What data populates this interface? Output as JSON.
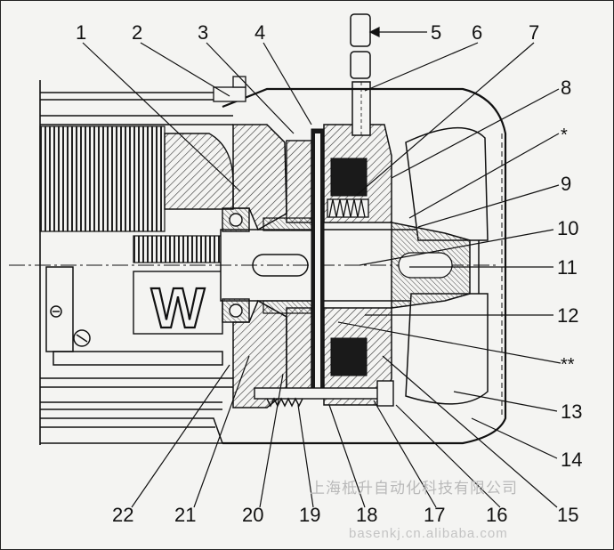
{
  "callouts": {
    "n1": "1",
    "n2": "2",
    "n3": "3",
    "n4": "4",
    "n5": "5",
    "n6": "6",
    "n7": "7",
    "n8": "8",
    "star1": "*",
    "n9": "9",
    "n10": "10",
    "n11": "11",
    "n12": "12",
    "star2": "**",
    "n13": "13",
    "n14": "14",
    "n15": "15",
    "n16": "16",
    "n17": "17",
    "n18": "18",
    "n19": "19",
    "n20": "20",
    "n21": "21",
    "n22": "22"
  },
  "nameplate_letter": "W",
  "watermark": {
    "company": "上海柢升自动化科技有限公司",
    "url": "basenkj.cn.alibaba.com"
  },
  "colors": {
    "ink": "#111111",
    "paper": "#f4f4f2",
    "hatch": "#333333",
    "watermark": "#b9b9b9"
  }
}
